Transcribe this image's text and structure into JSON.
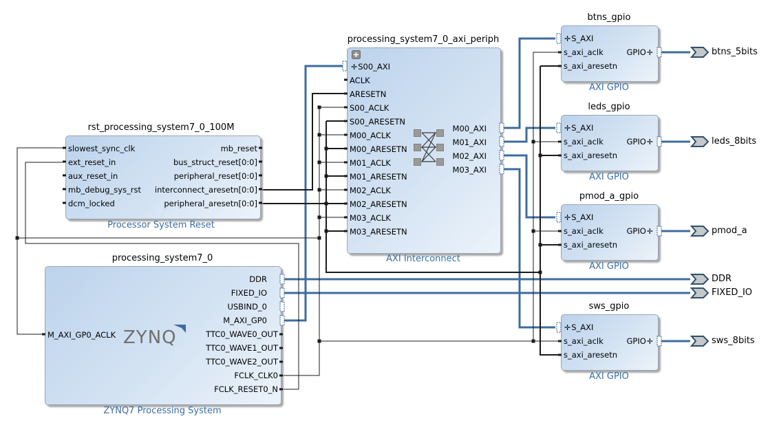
{
  "colors": {
    "bus": "#3d6c9e",
    "net": "#1a1a1a",
    "subtitle": "#3a6ea5",
    "block_fill": "#c8dbf0"
  },
  "blocks": {
    "rst": {
      "title": "rst_processing_system7_0_100M",
      "subtitle": "Processor System Reset",
      "inputs": [
        "slowest_sync_clk",
        "ext_reset_in",
        "aux_reset_in",
        "mb_debug_sys_rst",
        "dcm_locked"
      ],
      "outputs": [
        "mb_reset",
        "bus_struct_reset[0:0]",
        "peripheral_reset[0:0]",
        "interconnect_aresetn[0:0]",
        "peripheral_aresetn[0:0]"
      ]
    },
    "ps7": {
      "title": "processing_system7_0",
      "subtitle": "ZYNQ7 Processing System",
      "logo": "ZYNQ",
      "inputs": [
        "M_AXI_GP0_ACLK"
      ],
      "outputs": [
        "DDR",
        "FIXED_IO",
        "USBIND_0",
        "M_AXI_GP0",
        "TTC0_WAVE0_OUT",
        "TTC0_WAVE1_OUT",
        "TTC0_WAVE2_OUT",
        "FCLK_CLK0",
        "FCLK_RESET0_N"
      ]
    },
    "interconnect": {
      "title": "processing_system7_0_axi_periph",
      "subtitle": "AXI Interconnect",
      "inputs": [
        "S00_AXI",
        "ACLK",
        "ARESETN",
        "S00_ACLK",
        "S00_ARESETN",
        "M00_ACLK",
        "M00_ARESETN",
        "M01_ACLK",
        "M01_ARESETN",
        "M02_ACLK",
        "M02_ARESETN",
        "M03_ACLK",
        "M03_ARESETN"
      ],
      "outputs": [
        "M00_AXI",
        "M01_AXI",
        "M02_AXI",
        "M03_AXI"
      ]
    },
    "btns": {
      "title": "btns_gpio",
      "subtitle": "AXI GPIO",
      "inputs": [
        "S_AXI",
        "s_axi_aclk",
        "s_axi_aresetn"
      ],
      "output": "GPIO"
    },
    "leds": {
      "title": "leds_gpio",
      "subtitle": "AXI GPIO",
      "inputs": [
        "S_AXI",
        "s_axi_aclk",
        "s_axi_aresetn"
      ],
      "output": "GPIO"
    },
    "pmod": {
      "title": "pmod_a_gpio",
      "subtitle": "AXI GPIO",
      "inputs": [
        "S_AXI",
        "s_axi_aclk",
        "s_axi_aresetn"
      ],
      "output": "GPIO"
    },
    "sws": {
      "title": "sws_gpio",
      "subtitle": "AXI GPIO",
      "inputs": [
        "S_AXI",
        "s_axi_aclk",
        "s_axi_aresetn"
      ],
      "output": "GPIO"
    }
  },
  "external_ports": [
    "btns_5bits",
    "leds_8bits",
    "pmod_a",
    "DDR",
    "FIXED_IO",
    "sws_8bits"
  ]
}
